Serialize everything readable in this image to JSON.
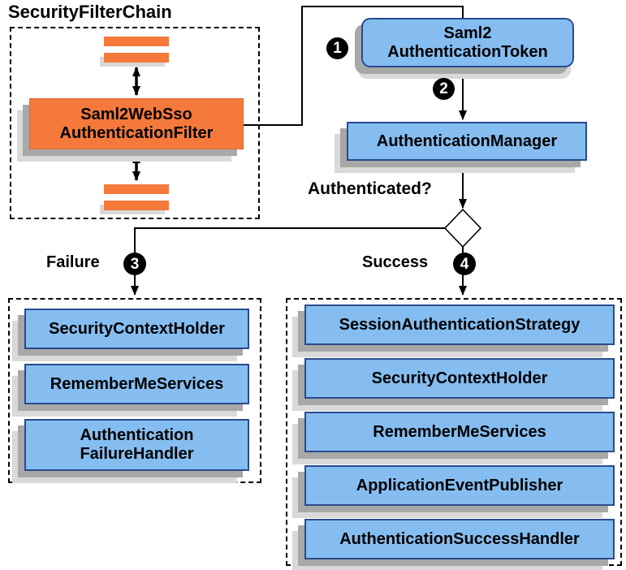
{
  "title": "SecurityFilterChain",
  "colors": {
    "orange": "#f4793b",
    "blue_fill": "#85bdf0",
    "blue_border": "#2a4b8d",
    "shadow_dark": "#a8a8a8",
    "shadow_light": "#d9d9d9",
    "line": "#000000",
    "text": "#000000"
  },
  "filter_chain": {
    "filter": {
      "line1": "Saml2WebSso",
      "line2": "AuthenticationFilter"
    }
  },
  "token": {
    "line1": "Saml2",
    "line2": "AuthenticationToken"
  },
  "manager": {
    "label": "AuthenticationManager"
  },
  "decision": {
    "question": "Authenticated?"
  },
  "badges": {
    "one": "1",
    "two": "2",
    "three": "3",
    "four": "4"
  },
  "failure": {
    "label": "Failure",
    "items": [
      "SecurityContextHolder",
      "RememberMeServices",
      "Authentication\nFailureHandler"
    ]
  },
  "success": {
    "label": "Success",
    "items": [
      "SessionAuthenticationStrategy",
      "SecurityContextHolder",
      "RememberMeServices",
      "ApplicationEventPublisher",
      "AuthenticationSuccessHandler"
    ]
  }
}
